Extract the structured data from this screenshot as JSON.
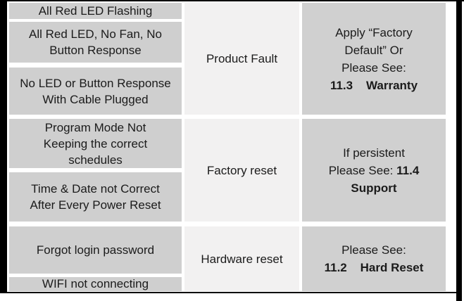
{
  "colors": {
    "frame_black": "#000000",
    "symptom_cell_gray": "#cfcfcf",
    "category_cell_light": "#f2f1f1",
    "action_cell_gray": "#d0d0d0",
    "text": "#1b1b1b"
  },
  "symptoms": [
    {
      "lines": [
        "All Red LED Flashing"
      ]
    },
    {
      "lines": [
        "All Red LED, No Fan, No",
        "Button Response"
      ]
    },
    {
      "lines": [
        "No LED or Button Response",
        "With Cable Plugged"
      ]
    },
    {
      "lines": [
        "Program Mode Not",
        "Keeping the correct",
        "schedules"
      ]
    },
    {
      "lines": [
        "Time & Date not Correct",
        "After Every Power Reset"
      ]
    },
    {
      "lines": [
        "Forgot login password"
      ]
    },
    {
      "lines": [
        "WIFI not connecting"
      ]
    }
  ],
  "categories": [
    "Product Fault",
    "Factory reset",
    "Hardware reset"
  ],
  "actions": {
    "product_fault": {
      "l1": "Apply “Factory",
      "l2": "Default” Or",
      "l3": "Please See:",
      "l4_bold": "11.3    Warranty"
    },
    "factory_reset": {
      "l1": "If persistent",
      "l2_regular": "Please See: ",
      "l2_bold": "11.4",
      "l3_bold": "Support"
    },
    "hardware_reset": {
      "l1": "Please See:",
      "l2_bold": "11.2    Hard Reset"
    }
  }
}
